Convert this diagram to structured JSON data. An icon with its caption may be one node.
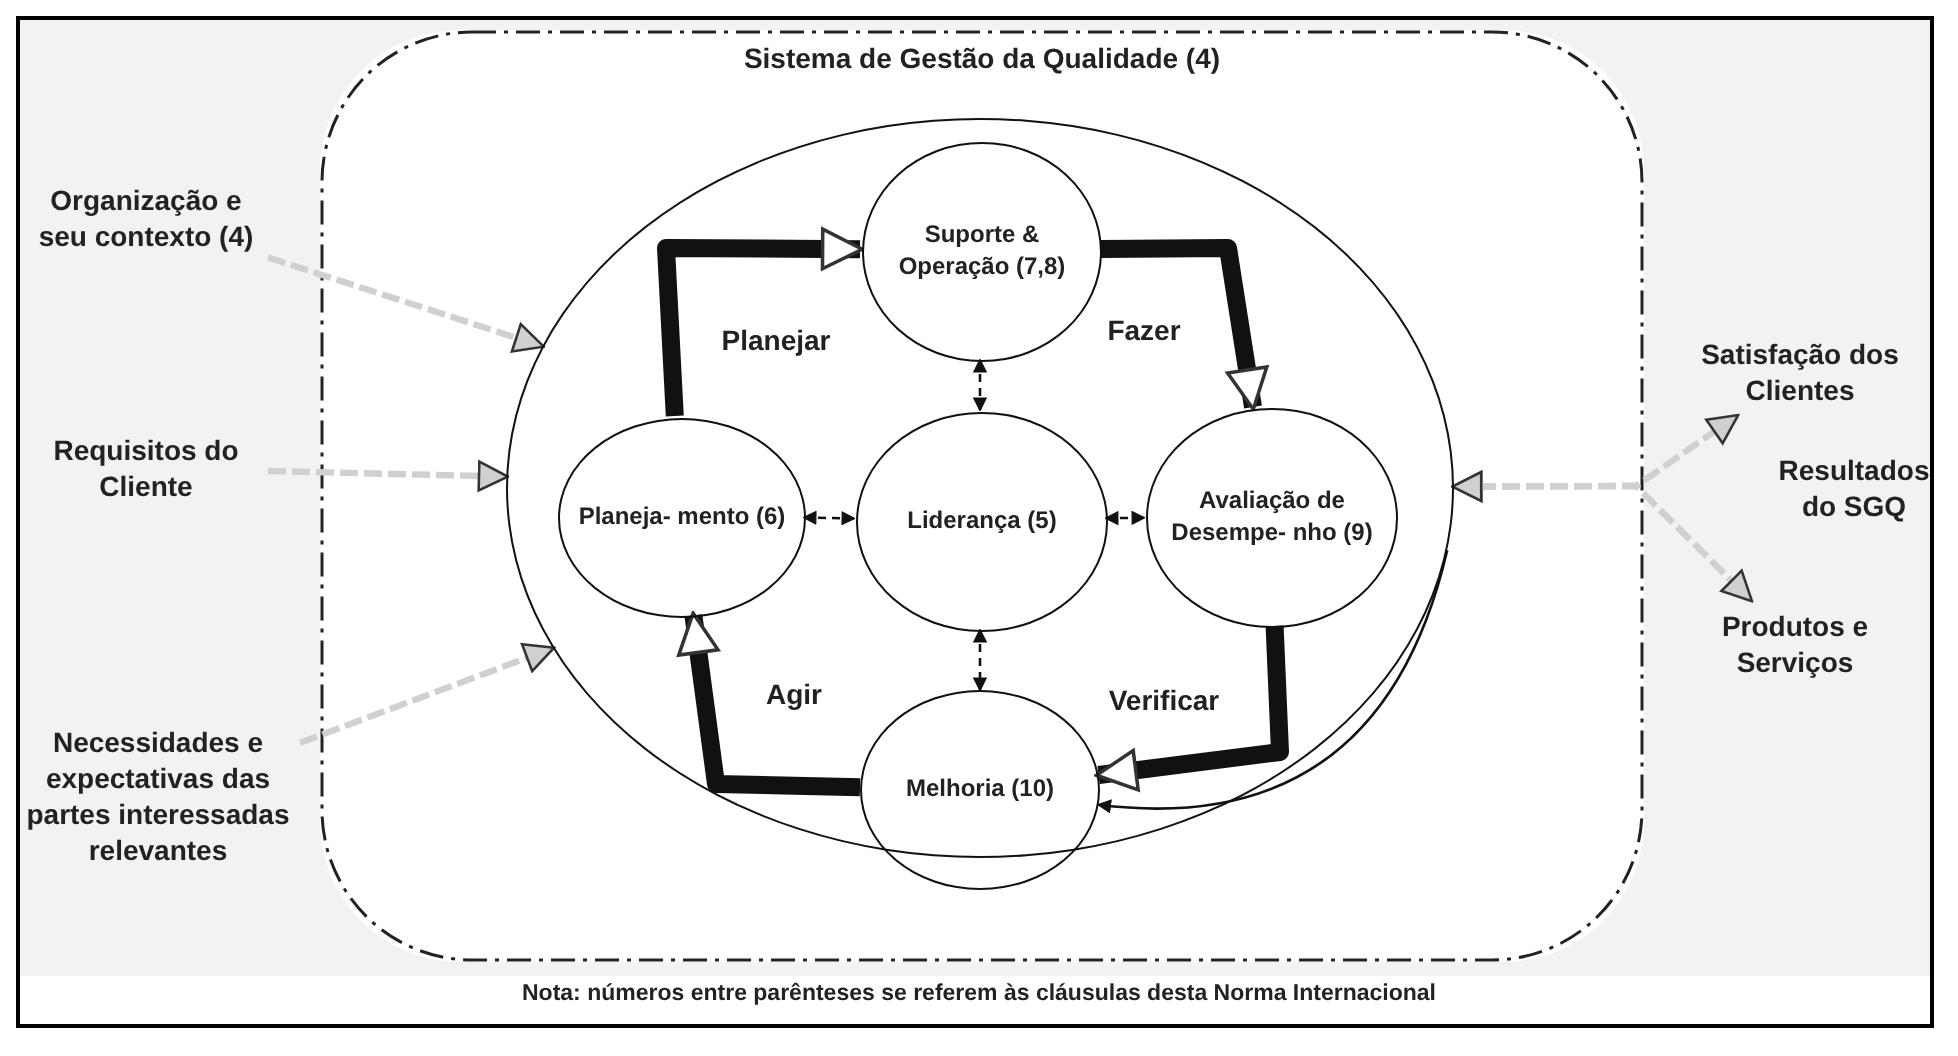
{
  "diagram": {
    "caption": "Nota: números entre parênteses se referem às cláusulas desta Norma Internacional",
    "nodes": [
      {
        "text": [
          "Sistema de Gestão da Qualidade (4)"
        ]
      },
      {
        "text": [
          "Organização e seu contexto (4)"
        ]
      },
      {
        "text": [
          "Requisitos do Cliente"
        ]
      },
      {
        "text": [
          "Necessidades e expectativas das partes interessadas relevantes"
        ]
      },
      {
        "text": [],
        "shape": "circle",
        "in": 0
      },
      {
        "text": [
          "Suporte & Operação (7,8)"
        ],
        "in": 4
      },
      {
        "text": [
          "Planeja- mento (6)"
        ],
        "in": 4
      },
      {
        "text": [
          "Liderança (5)"
        ],
        "in": 4
      },
      {
        "text": [
          "Avaliação de Desempe- nho (9)"
        ],
        "in": 4
      },
      {
        "text": [
          "Melhoria (10)"
        ],
        "in": 0
      },
      {
        "text": [
          "Satisfação dos Clientes"
        ]
      },
      {
        "text": [
          "Produtos e Serviços"
        ]
      }
    ],
    "edges": [
      {
        "from": 1,
        "to": 4,
        "arrow": "to",
        "style": "dashed",
        "color": "#d0d0d0"
      },
      {
        "from": 2,
        "to": 4,
        "arrow": "to",
        "style": "dashed",
        "color": "#d0d0d0"
      },
      {
        "from": 3,
        "to": 4,
        "arrow": "to",
        "style": "dashed",
        "color": "#d0d0d0"
      },
      {
        "from": 6,
        "to": 5,
        "arrow": "to",
        "label": "Planejar",
        "style": "thick"
      },
      {
        "from": 5,
        "to": 8,
        "arrow": "to",
        "label": "Fazer",
        "style": "thick"
      },
      {
        "from": 8,
        "to": 9,
        "arrow": "to",
        "label": "Verificar",
        "style": "thick"
      },
      {
        "from": 9,
        "to": 6,
        "arrow": "to",
        "label": "Agir",
        "style": "thick"
      },
      {
        "from": 5,
        "to": 7,
        "arrow": "both",
        "style": "dashed"
      },
      {
        "from": 6,
        "to": 7,
        "arrow": "both",
        "style": "dashed"
      },
      {
        "from": 7,
        "to": 8,
        "arrow": "both",
        "style": "dashed"
      },
      {
        "from": 7,
        "to": 9,
        "arrow": "both",
        "style": "dashed"
      },
      {
        "from": 4,
        "to": 9,
        "arrow": "to"
      },
      {
        "from": 4,
        "to": 10,
        "arrow": "both",
        "style": "dashed",
        "color": "#d0d0d0"
      },
      {
        "from": 4,
        "to": 11,
        "arrow": "both",
        "style": "dashed",
        "color": "#d0d0d0"
      }
    ],
    "labels": [
      "Resultados do SGQ"
    ]
  }
}
